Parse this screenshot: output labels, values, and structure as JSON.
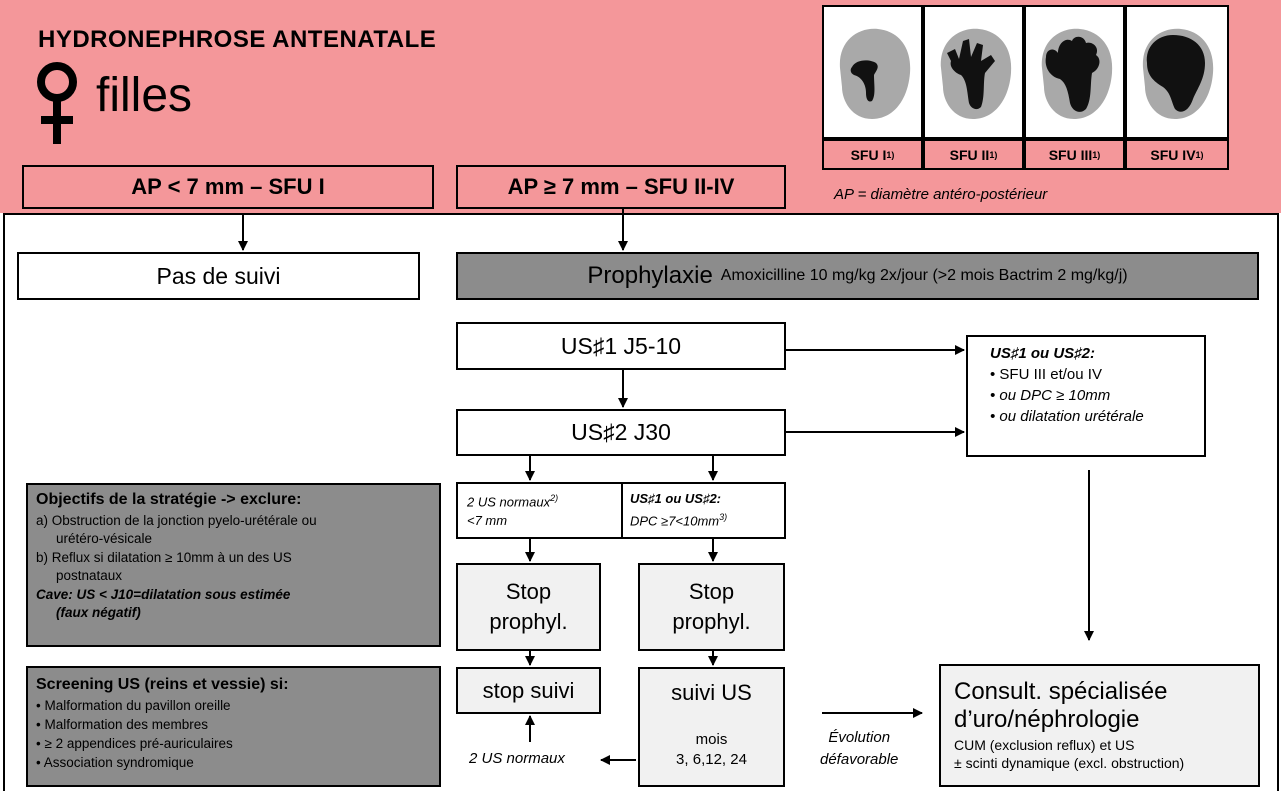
{
  "header": {
    "title": "HYDRONEPHROSE  ANTENATALE",
    "subtitle": "filles",
    "sfu": [
      {
        "label": "SFU I",
        "sup": "1)"
      },
      {
        "label": "SFU II",
        "sup": "1)"
      },
      {
        "label": "SFU III",
        "sup": "1)"
      },
      {
        "label": "SFU IV",
        "sup": "1)"
      }
    ],
    "ap_small": "AP < 7 mm – SFU I",
    "ap_large": "AP ≥ 7 mm – SFU II-IV",
    "ap_note": "AP = diamètre antéro-postérieur"
  },
  "flow": {
    "no_followup": "Pas de suivi",
    "prophylaxis_main": "Prophylaxie",
    "prophylaxis_detail": "Amoxicilline 10 mg/kg 2x/jour (>2 mois Bactrim 2 mg/kg/j)",
    "us1": "US♯1 J5-10",
    "us2": "US♯2 J30",
    "criteria_title": "US♯1 ou US♯2:",
    "criteria_items": [
      "• SFU III et/ou IV",
      "• ou DPC ≥ 10mm",
      "• ou dilatation urétérale"
    ],
    "normal_title": "2 US normaux",
    "normal_sup": "2)",
    "normal_sub": "<7 mm",
    "dpc_title": "US♯1 ou US♯2:",
    "dpc_sub": "DPC ≥7<10mm",
    "dpc_sup": "3)",
    "stop_proph_1": "Stop",
    "stop_proph_2": "prophyl.",
    "stop_suivi": "stop suivi",
    "suivi_us": "suivi US",
    "months_label": "mois",
    "months_values": "3, 6,12, 24",
    "two_normal": "2 US normaux",
    "evolution_1": "Évolution",
    "evolution_2": "défavorable",
    "consult_1": "Consult. spécialisée",
    "consult_2": "d’uro/néphrologie",
    "consult_3": "CUM (exclusion reflux) et US",
    "consult_4": "± scinti dynamique (excl. obstruction)"
  },
  "objectives": {
    "title": "Objectifs de la stratégie -> exclure:",
    "a1": "a) Obstruction de la jonction pyelo-urétérale ou",
    "a2": "urétéro-vésicale",
    "b1": "b) Reflux si dilatation ≥ 10mm à un des US",
    "b2": "postnataux",
    "cave1": "Cave: US < J10=dilatation sous estimée",
    "cave2": "(faux négatif)"
  },
  "screening": {
    "title": "Screening US (reins et vessie) si:",
    "items": [
      "• Malformation du pavillon oreille",
      "• Malformation des membres",
      "• ≥ 2 appendices pré-auriculaires",
      "• Association syndromique"
    ]
  }
}
